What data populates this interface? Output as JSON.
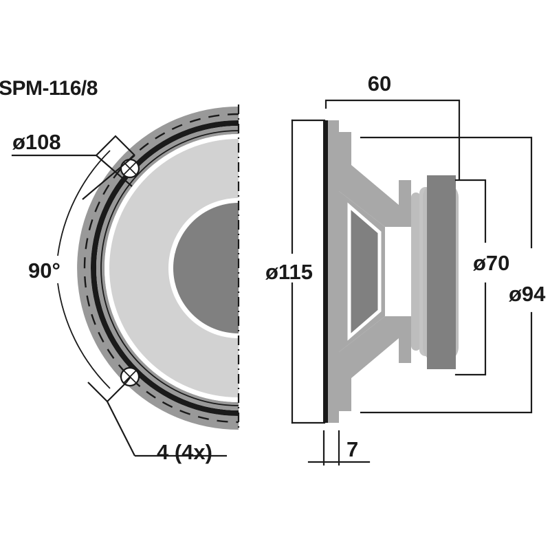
{
  "drawing": {
    "title": "SPM-116/8",
    "type": "technical-dimension-drawing",
    "subject": "loudspeaker driver",
    "units": "mm",
    "front_view": {
      "name": "front-half-section-view",
      "labels": {
        "bolt_circle": "ø108",
        "angle": "90°",
        "mounting_hole": "4 (4x)"
      }
    },
    "side_view": {
      "name": "side-section-view",
      "labels": {
        "depth": "60",
        "outer_diameter": "ø115",
        "magnet_diameter": "ø70",
        "basket_diameter": "ø94",
        "flange_thickness": "7"
      }
    },
    "colors": {
      "ink": "#1a1a1a",
      "rim_gray": "#999999",
      "cone_light": "#d2d2d2",
      "dustcap_gray": "#808080",
      "basket_gray": "#a8a8a8",
      "magnet_gray": "#808080",
      "background": "#ffffff"
    }
  }
}
